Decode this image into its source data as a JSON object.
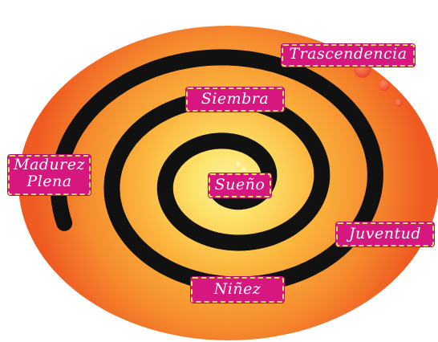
{
  "diagram": {
    "labels": {
      "trascendencia": "Trascendencia",
      "siembra": "Siembra",
      "madurez_line1": "Madurez",
      "madurez_line2": "Plena",
      "sueno": "Sueño",
      "juventud": "Juventud",
      "ninez": "Niñez"
    },
    "colors": {
      "label_fill": "#d6177f",
      "label_border": "#f3e35a",
      "spiral": "#111111",
      "outer_orange": "#ef5a21",
      "inner_yellow": "#fde26a",
      "bubbles": "#e8402a"
    }
  }
}
